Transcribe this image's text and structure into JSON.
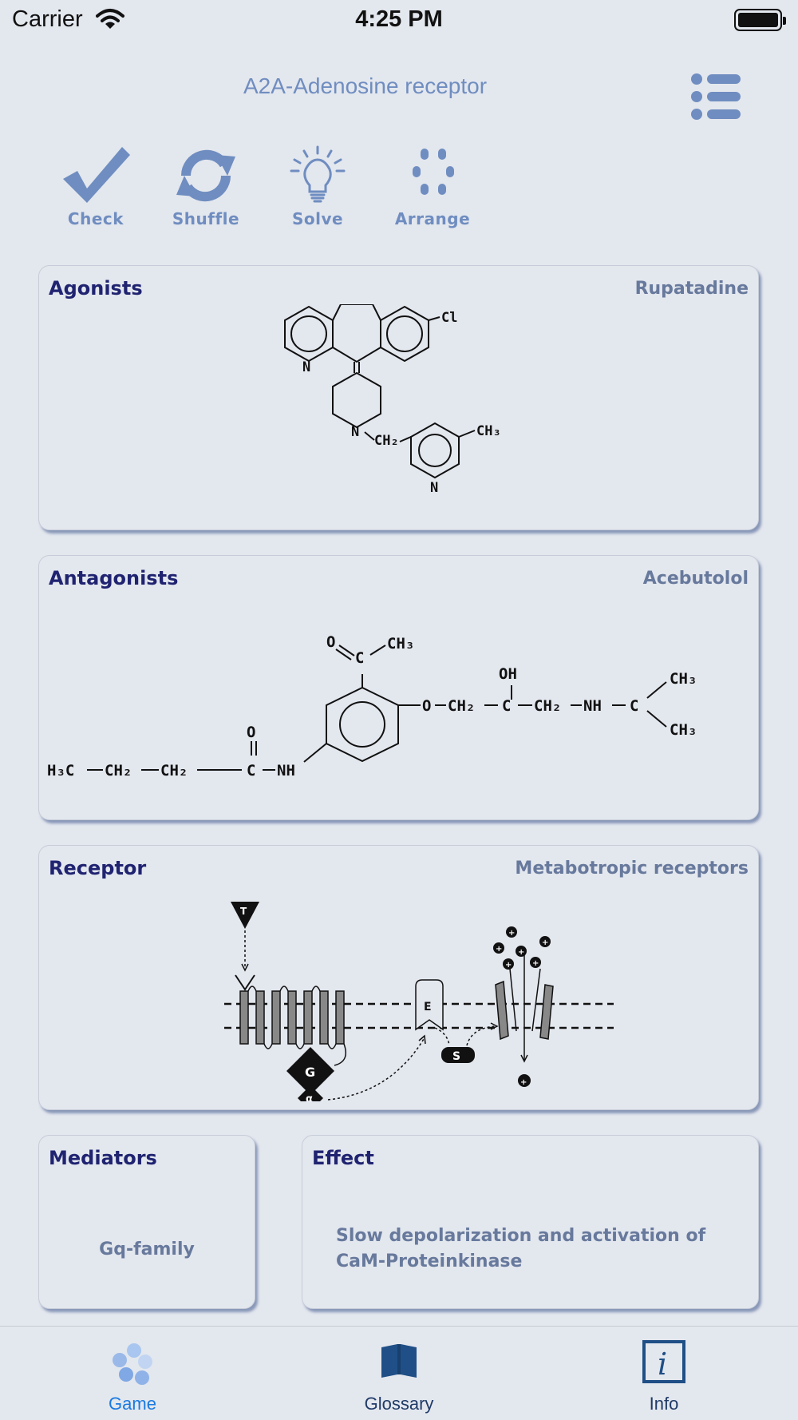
{
  "status_bar": {
    "carrier": "Carrier",
    "time": "4:25 PM"
  },
  "header": {
    "title": "A2A-Adenosine receptor",
    "menu_icon": "list-icon"
  },
  "toolbar": {
    "check_label": "Check",
    "shuffle_label": "Shuffle",
    "solve_label": "Solve",
    "arrange_label": "Arrange"
  },
  "cards": {
    "agonists": {
      "category": "Agonists",
      "drug": "Rupatadine"
    },
    "antagonists": {
      "category": "Antagonists",
      "drug": "Acebutolol"
    },
    "receptor": {
      "category": "Receptor",
      "type": "Metabotropic receptors"
    },
    "mediators": {
      "category": "Mediators",
      "value": "Gq-family"
    },
    "effect": {
      "category": "Effect",
      "value": "Slow depolarization and activation of CaM-Proteinkinase"
    }
  },
  "chem_labels": {
    "cl": "Cl",
    "n": "N",
    "ch2": "CH₂",
    "ch3": "CH₃",
    "o": "O",
    "c": "C",
    "oh": "OH",
    "nh": "NH",
    "h3c": "H₃C"
  },
  "diagram_labels": {
    "t": "T",
    "e": "E",
    "g": "G",
    "s": "S",
    "alpha": "α",
    "plus": "+"
  },
  "tabs": [
    {
      "label": "Game",
      "active": true,
      "icon": "molecules-icon"
    },
    {
      "label": "Glossary",
      "active": false,
      "icon": "book-icon"
    },
    {
      "label": "Info",
      "active": false,
      "icon": "info-icon"
    }
  ],
  "colors": {
    "accent": "#1a7ae0",
    "heading": "#1f2370",
    "muted": "#67799c",
    "tool": "#6f8dc0"
  }
}
